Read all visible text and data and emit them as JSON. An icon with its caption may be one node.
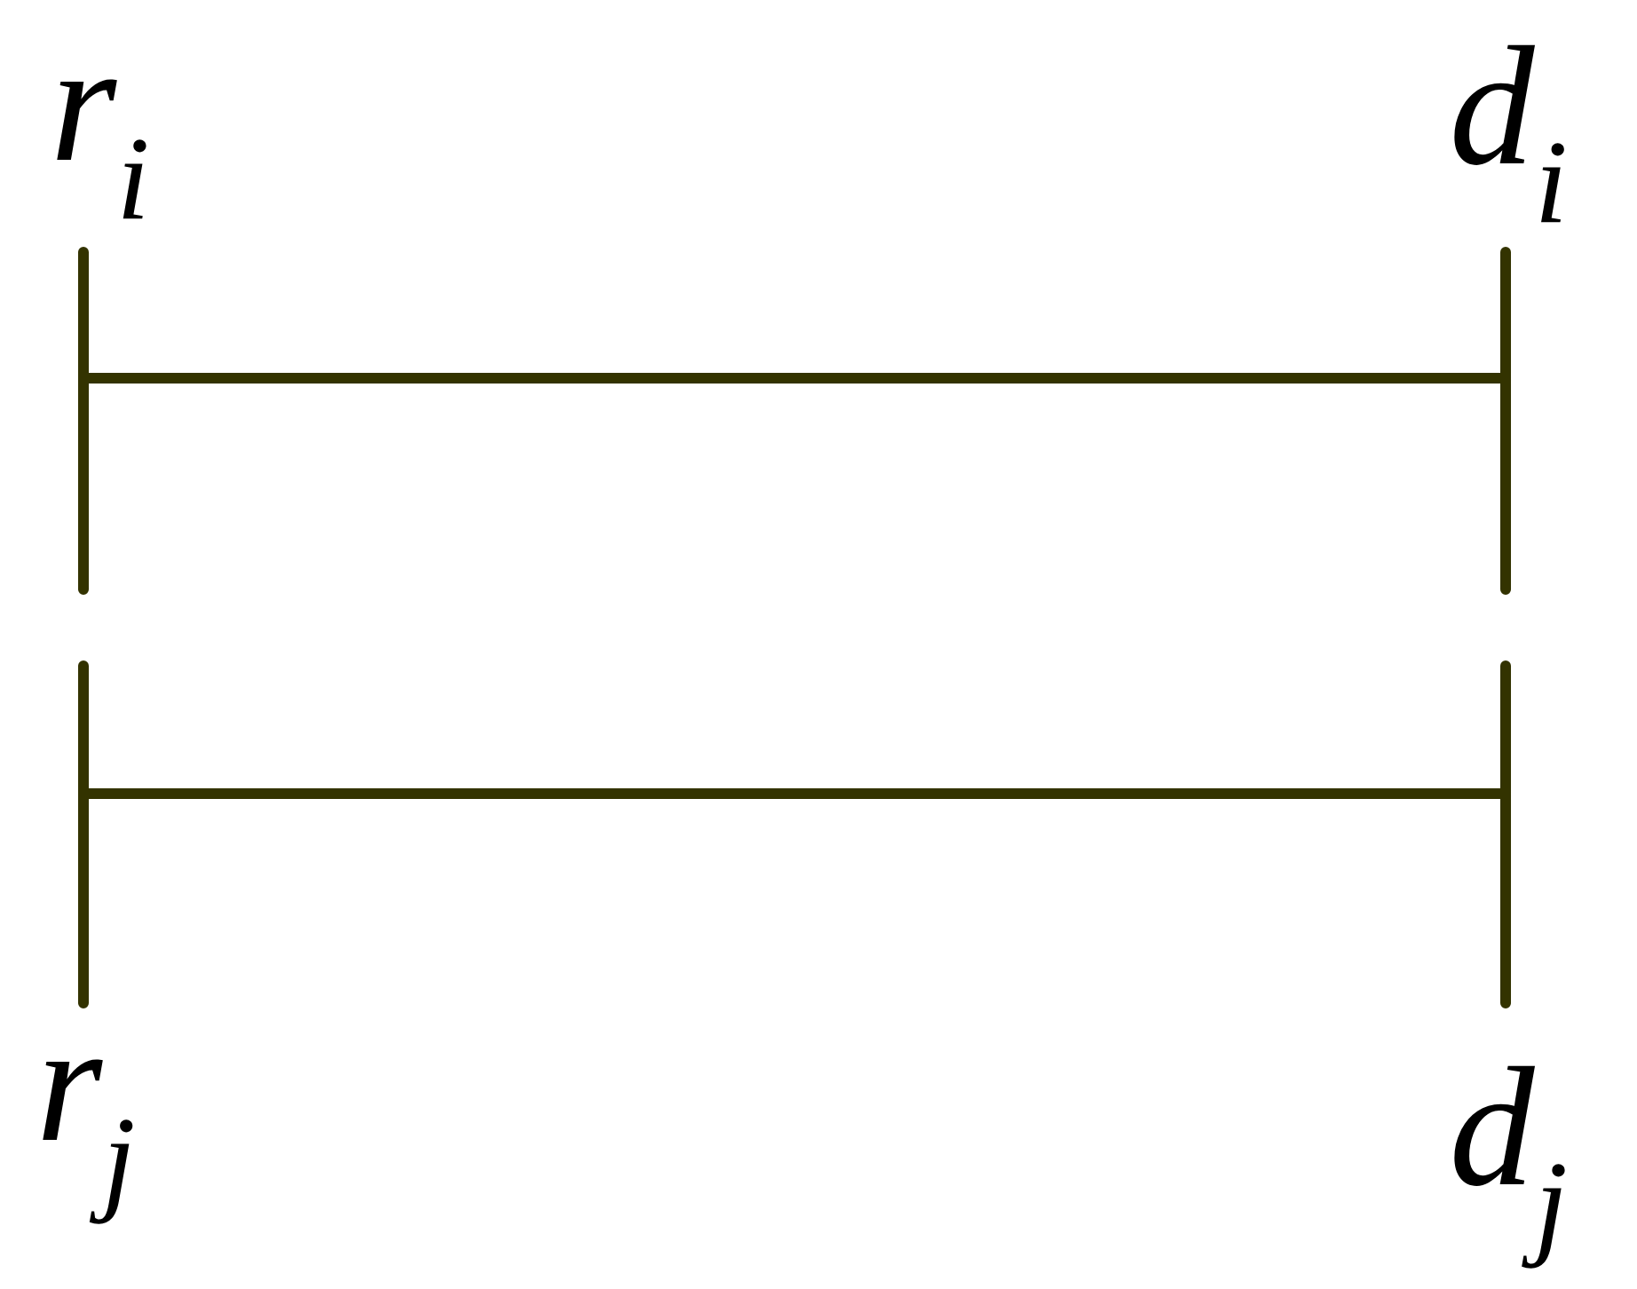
{
  "diagram": {
    "labels": [
      "r$_{i}$",
      "d$_{i}$",
      "r$_{j}$",
      "d$_{j}$"
    ]
  }
}
